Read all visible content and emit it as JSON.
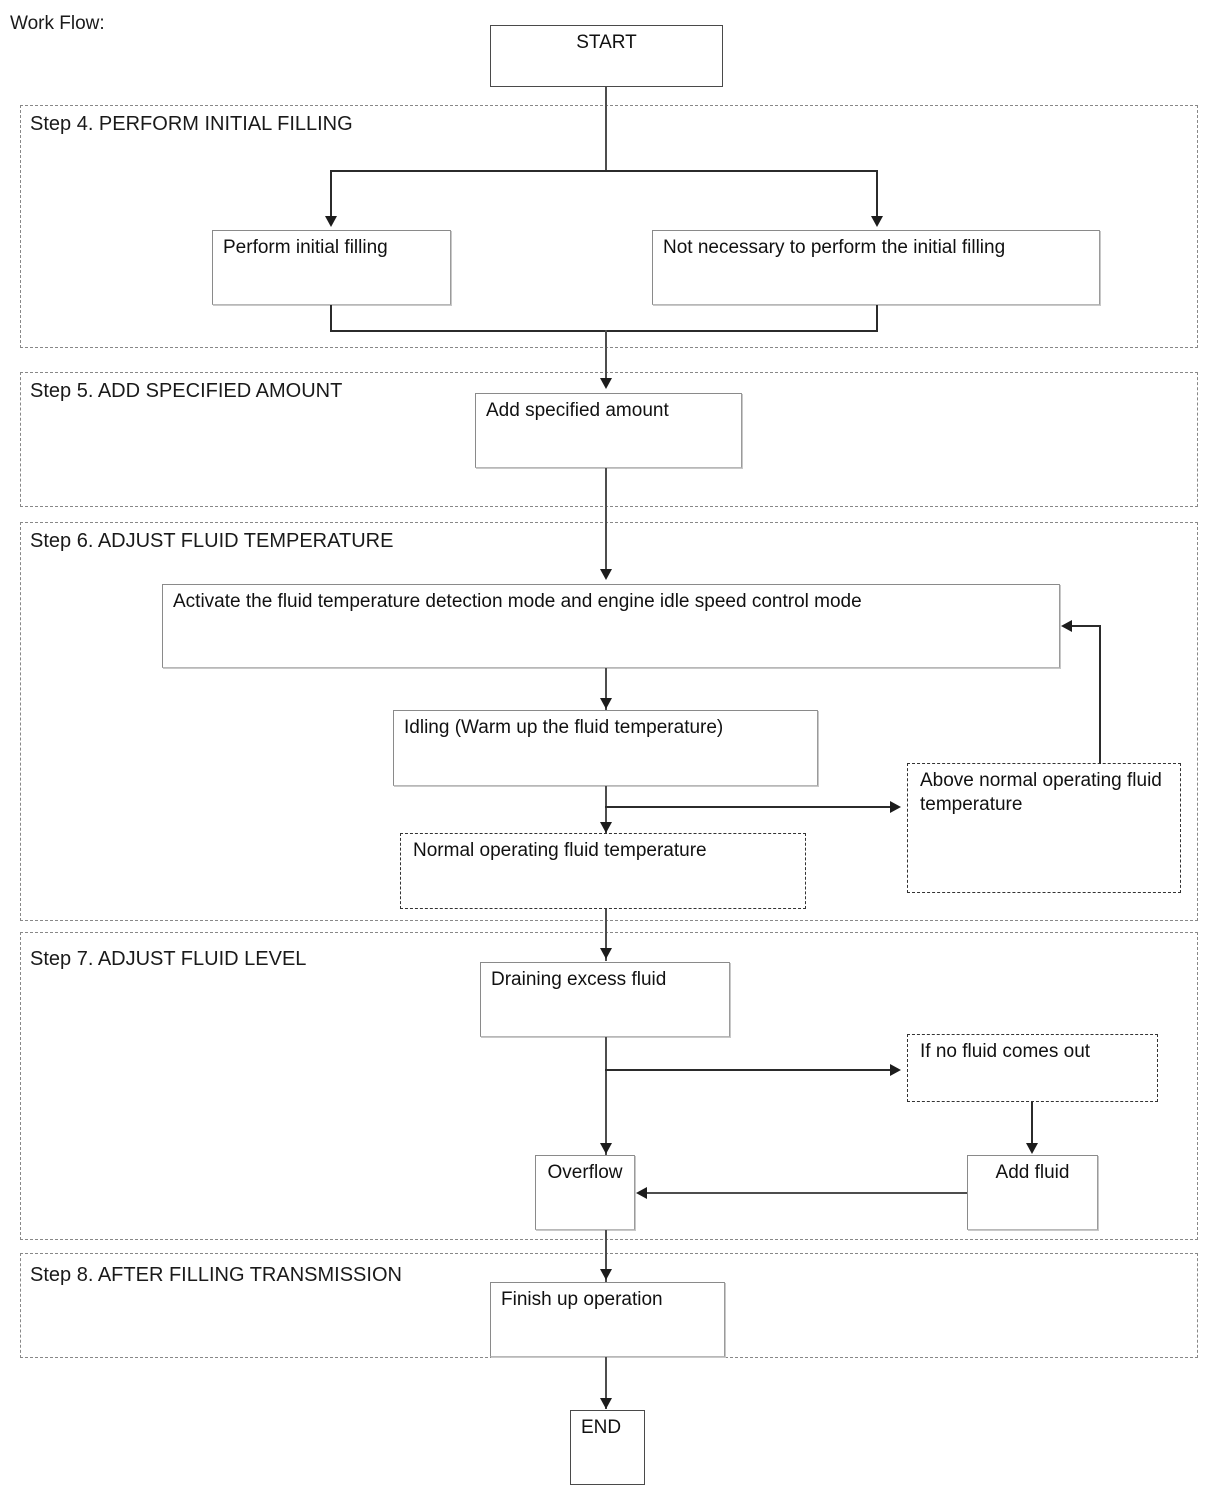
{
  "header": {
    "title": "Work Flow:"
  },
  "terminals": {
    "start": "START",
    "end": "END"
  },
  "steps": [
    {
      "id": "step4",
      "label": "Step 4. PERFORM INITIAL FILLING",
      "nodes": [
        {
          "id": "perform-initial-filling",
          "label": "Perform initial filling",
          "type": "process"
        },
        {
          "id": "not-necessary-initial-filling",
          "label": "Not necessary to perform the initial filling",
          "type": "process"
        }
      ]
    },
    {
      "id": "step5",
      "label": "Step 5. ADD SPECIFIED AMOUNT",
      "nodes": [
        {
          "id": "add-specified-amount",
          "label": "Add specified amount",
          "type": "process"
        }
      ]
    },
    {
      "id": "step6",
      "label": "Step 6. ADJUST FLUID TEMPERATURE",
      "nodes": [
        {
          "id": "activate-detection-mode",
          "label": "Activate the fluid temperature detection mode and engine idle speed control mode",
          "type": "process"
        },
        {
          "id": "idling-warm-up",
          "label": "Idling (Warm up the fluid temperature)",
          "type": "process"
        },
        {
          "id": "normal-operating-fluid-temperature",
          "label": "Normal operating fluid temperature",
          "type": "condition"
        },
        {
          "id": "above-normal-operating-fluid-temperature",
          "label": "Above normal operating fluid temperature",
          "type": "condition"
        }
      ]
    },
    {
      "id": "step7",
      "label": "Step 7. ADJUST FLUID LEVEL",
      "nodes": [
        {
          "id": "draining-excess-fluid",
          "label": "Draining excess fluid",
          "type": "process"
        },
        {
          "id": "if-no-fluid-comes-out",
          "label": "If no fluid comes out",
          "type": "condition"
        },
        {
          "id": "overflow",
          "label": "Overflow",
          "type": "process"
        },
        {
          "id": "add-fluid",
          "label": "Add fluid",
          "type": "process"
        }
      ]
    },
    {
      "id": "step8",
      "label": "Step 8. AFTER FILLING TRANSMISSION",
      "nodes": [
        {
          "id": "finish-up-operation",
          "label": "Finish up operation",
          "type": "process"
        }
      ]
    }
  ],
  "colors": {
    "node_border": "#8a8a8a",
    "terminal_border": "#4a4a4a",
    "dashed_border": "#333333",
    "group_border": "#888888",
    "connector": "#4d4d4d",
    "arrow": "#1c1c1c",
    "text": "#111111",
    "background": "#ffffff"
  }
}
